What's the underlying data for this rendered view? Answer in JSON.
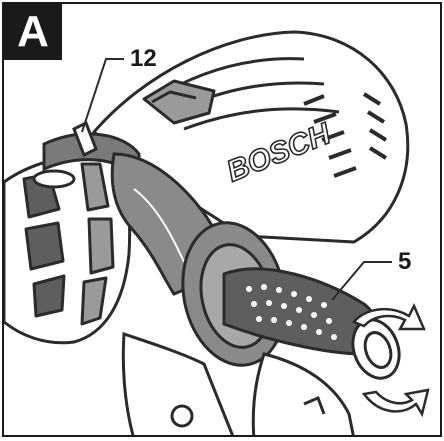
{
  "figure": {
    "panel_label": "A",
    "brand_text": "BOSCH",
    "callouts": [
      {
        "id": "12",
        "label": "12"
      },
      {
        "id": "5",
        "label": "5"
      }
    ]
  },
  "colors": {
    "frame": "#1a1a1a",
    "line_art": "#2b2b2b",
    "fill_light": "#ffffff",
    "fill_gray": "#9a9a9a",
    "fill_dark": "#5e5e5e"
  }
}
